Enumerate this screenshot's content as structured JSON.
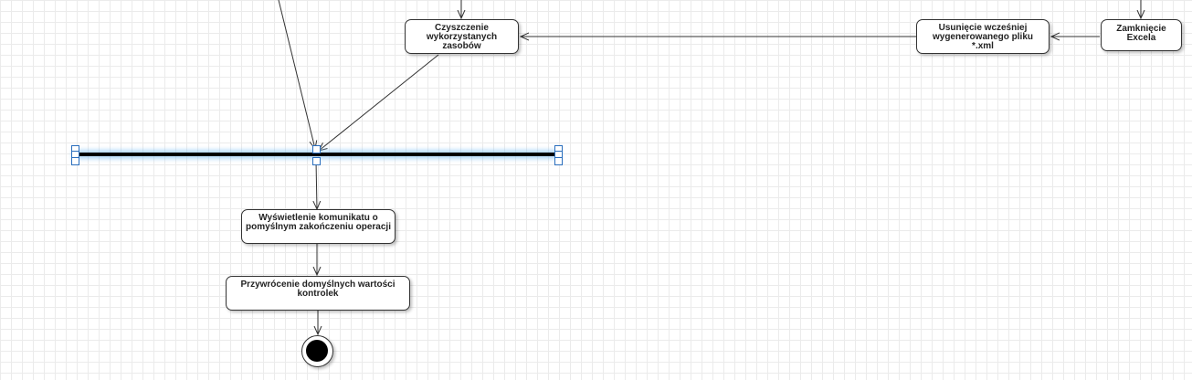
{
  "diagram": {
    "nodes": {
      "cleanup": "Czyszczenie wykorzystanych zasobów",
      "delete_xml": "Usunięcie wcześniej wygenerowanego pliku *.xml",
      "close_excel": "Zamknięcie Excela",
      "show_message": "Wyświetlenie komunikatu o pomyślnym zakończeniu operacji",
      "restore_defaults": "Przywrócenie domyślnych wartości kontrolek"
    }
  },
  "colors": {
    "grid": "#ebebeb",
    "line": "#333333",
    "selection_glow": "#78bef5",
    "handle_border": "#2a6ebd"
  }
}
